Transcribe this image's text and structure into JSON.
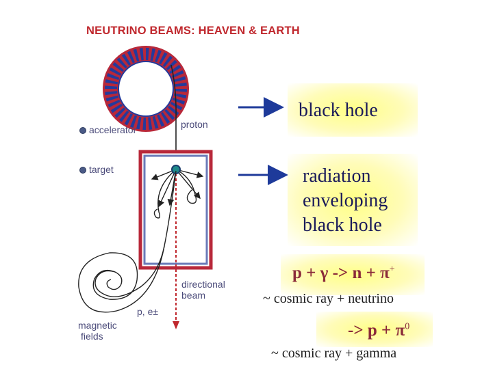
{
  "title": "NEUTRINO BEAMS:  HEAVEN & EARTH",
  "diagram_labels": {
    "accelerator": "accelerator",
    "target": "target",
    "proton": "proton",
    "directional_beam": [
      "directional",
      "beam"
    ],
    "magnetic_fields": [
      "magnetic",
      "fields"
    ],
    "particles": "p, e±"
  },
  "annotations": {
    "black_hole": "black hole",
    "radiation": [
      "radiation",
      "enveloping",
      "black hole"
    ]
  },
  "equations": {
    "eq1": {
      "p": "p",
      "plus1": "+",
      "gamma": "γ",
      "arrow": "->",
      "n": "n",
      "plus2": "+",
      "pi": "π",
      "pi_sup": "+"
    },
    "eq1_note": "~ cosmic ray + neutrino",
    "eq2": {
      "arrow": "->",
      "p": "p",
      "plus": "+",
      "pi": "π",
      "pi_sup": "0"
    },
    "eq2_note": "~ cosmic ray + gamma"
  },
  "colors": {
    "title_red": "#c0282e",
    "ring_blue": "#243a9c",
    "ring_red": "#b8283a",
    "arrow_blue": "#1e3a9a",
    "glow_yellow": "#ffff86"
  }
}
